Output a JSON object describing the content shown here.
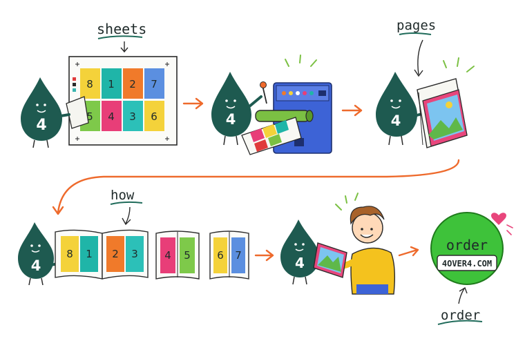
{
  "labels": {
    "sheets": "sheets",
    "pages": "pages",
    "how": "how",
    "order_bottom": "order"
  },
  "badge": {
    "title": "order",
    "site": "4OVER4.COM"
  },
  "mascot": {
    "number": "4"
  },
  "sheet": {
    "top_row": [
      "8",
      "1",
      "2",
      "7"
    ],
    "bottom_row": [
      "5",
      "4",
      "3",
      "6"
    ]
  },
  "spread": {
    "pages_a": [
      "8",
      "1",
      "2",
      "3"
    ],
    "pages_b": [
      "4",
      "5"
    ],
    "pages_c": [
      "6",
      "7"
    ]
  },
  "colors": {
    "mascot": "#1e5a50",
    "arrow": "#ee6a2c",
    "badge_green": "#3ec23a",
    "underline": "#1f6b5a",
    "printer_blue": "#3d63d6",
    "roller_green": "#7bc043"
  }
}
